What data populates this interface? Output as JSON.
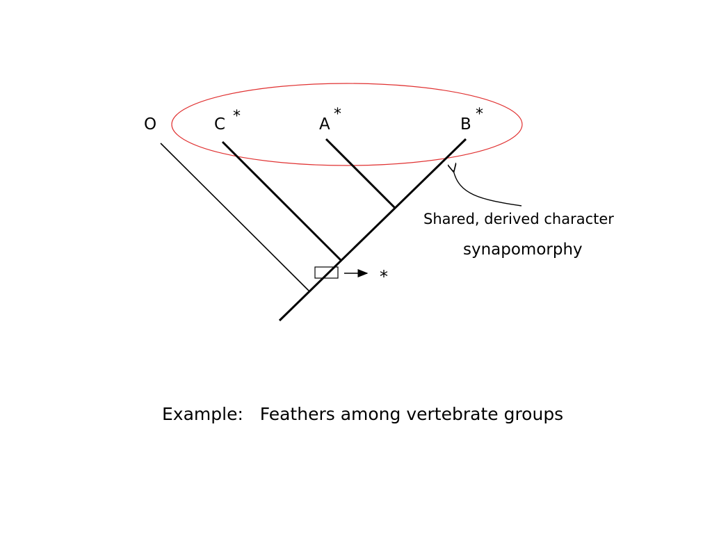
{
  "taxa": {
    "outgroup": "O",
    "c": "C",
    "a": "A",
    "b": "B"
  },
  "marks": {
    "c_star": "*",
    "a_star": "*",
    "b_star": "*",
    "node_star": "*"
  },
  "annotation": {
    "line1": "Shared, derived character",
    "line2": "synapomorphy"
  },
  "caption": "Example:   Feathers among vertebrate groups",
  "colors": {
    "ellipse": "#e03030",
    "lines": "#000000"
  }
}
